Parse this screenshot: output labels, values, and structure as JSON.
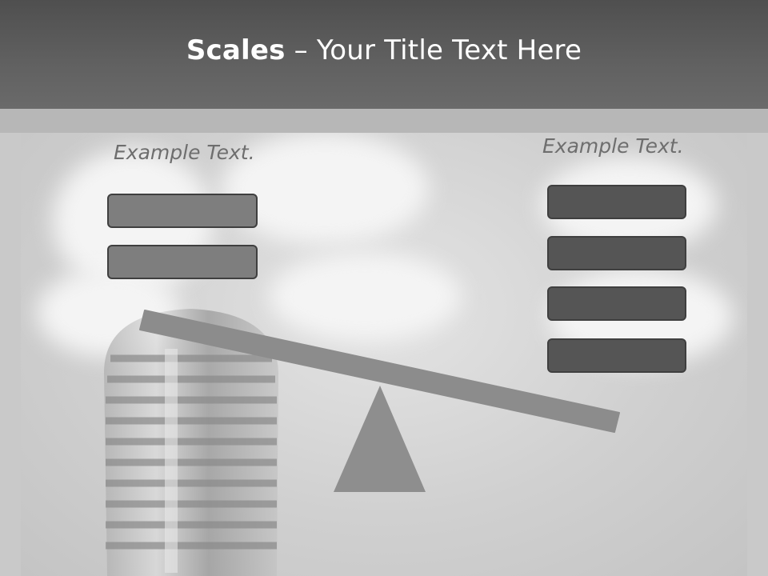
{
  "slide": {
    "title_bold": "Scales",
    "title_rest": " – Your Title Text Here",
    "left": {
      "label": "Example Text.",
      "box_count": 2
    },
    "right": {
      "label": "Example Text.",
      "box_count": 4
    },
    "colors": {
      "header": "#5a5a5a",
      "left_box": "#7e7e7e",
      "right_box": "#555555",
      "beam": "#8c8c8c",
      "fulcrum": "#8e8e8e"
    },
    "background_image": "microphone-photo"
  }
}
